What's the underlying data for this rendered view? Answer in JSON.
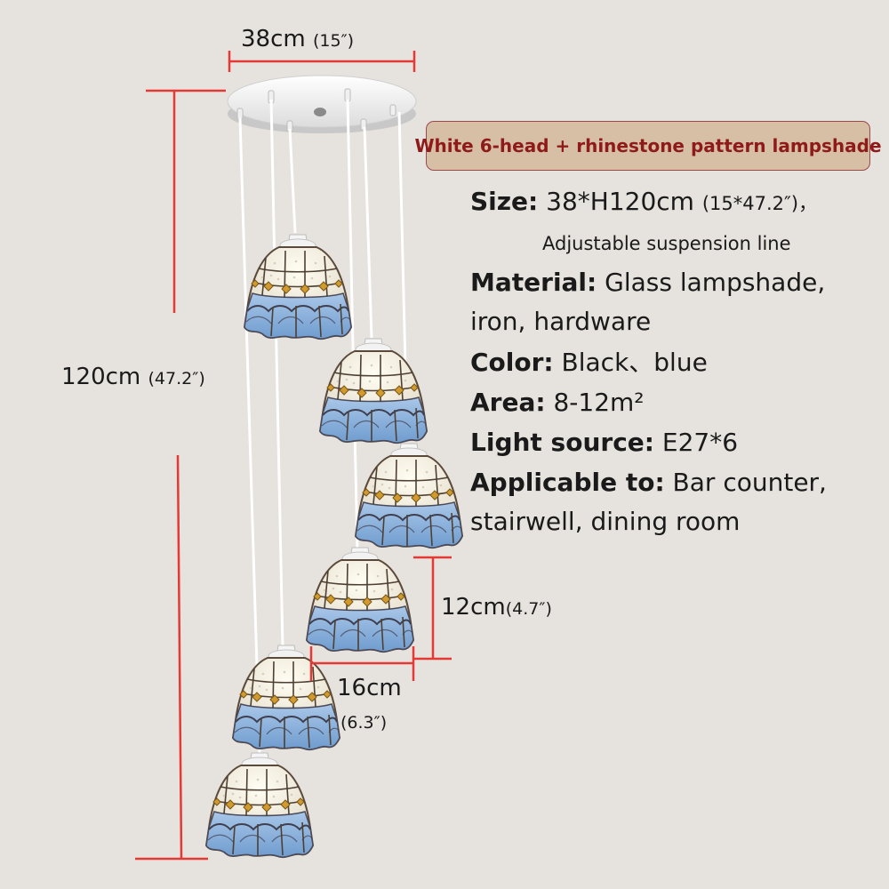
{
  "badge": {
    "text": "White 6-head + rhinestone pattern lampshade"
  },
  "dimensions": {
    "width": {
      "value": "38cm",
      "sub": "(15″)"
    },
    "height": {
      "value": "120cm",
      "sub": "(47.2″)"
    },
    "shade_height": {
      "value": "12cm",
      "sub": "(4.7″)"
    },
    "shade_width": {
      "value": "16cm",
      "sub": "(6.3″)"
    }
  },
  "specs": {
    "size": {
      "label": "Size:",
      "value": "38*H120cm",
      "value_sub": "(15*47.2″)，",
      "note": "Adjustable suspension line"
    },
    "material": {
      "label": "Material:",
      "value": "Glass lampshade,",
      "line2": "iron, hardware"
    },
    "color": {
      "label": "Color:",
      "value": "Black、blue"
    },
    "area": {
      "label": "Area:",
      "value": "8-12m²"
    },
    "light_source": {
      "label": "Light source:",
      "value": "E27*6"
    },
    "applicable_to": {
      "label": "Applicable to:",
      "value": "Bar counter,",
      "line2": "stairwell, dining room"
    }
  },
  "colors": {
    "dimension_line": "#e53935",
    "badge_text": "#8e1a1a",
    "badge_bg": "#d7bfa6",
    "shade_blue": "#8fb4dc",
    "shade_top": "#e9e4d8",
    "jewel": "#d19a2e"
  }
}
